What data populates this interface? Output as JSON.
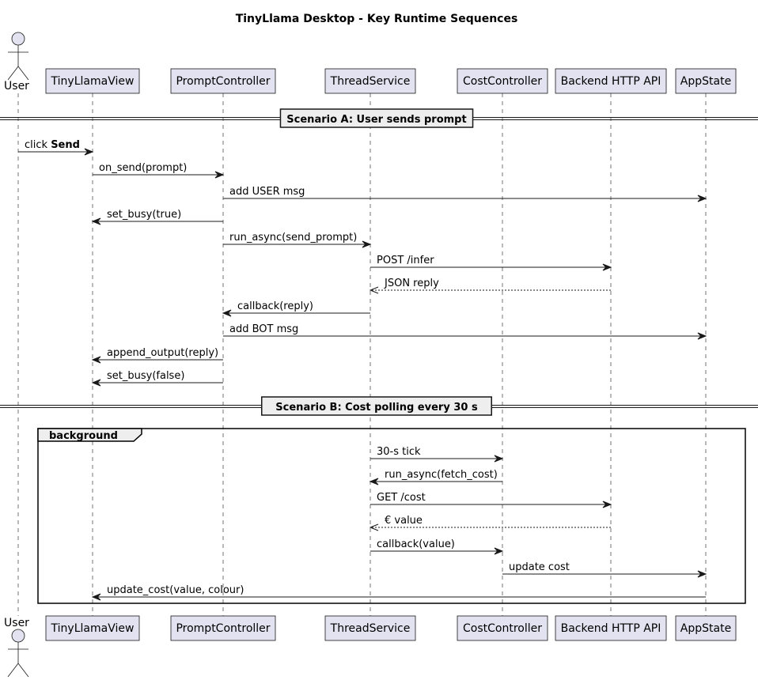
{
  "title": "TinyLlama Desktop - Key Runtime Sequences",
  "participants": [
    {
      "id": "user",
      "label": "User",
      "kind": "actor"
    },
    {
      "id": "view",
      "label": "TinyLlamaView",
      "kind": "box"
    },
    {
      "id": "prompt",
      "label": "PromptController",
      "kind": "box"
    },
    {
      "id": "thread",
      "label": "ThreadService",
      "kind": "box"
    },
    {
      "id": "cost",
      "label": "CostController",
      "kind": "box"
    },
    {
      "id": "api",
      "label": "Backend HTTP API",
      "kind": "box"
    },
    {
      "id": "state",
      "label": "AppState",
      "kind": "box"
    }
  ],
  "scenarios": [
    {
      "header": "Scenario A: User sends prompt",
      "messages": [
        {
          "from": "user",
          "to": "view",
          "text": "click ",
          "bold": "Send",
          "style": "sync"
        },
        {
          "from": "view",
          "to": "prompt",
          "text": "on_send(prompt)",
          "style": "sync"
        },
        {
          "from": "prompt",
          "to": "state",
          "text": "add USER msg",
          "style": "sync"
        },
        {
          "from": "prompt",
          "to": "view",
          "text": "set_busy(true)",
          "style": "sync"
        },
        {
          "from": "prompt",
          "to": "thread",
          "text": "run_async(send_prompt)",
          "style": "sync"
        },
        {
          "from": "thread",
          "to": "api",
          "text": "POST /infer",
          "style": "sync"
        },
        {
          "from": "api",
          "to": "thread",
          "text": "JSON reply",
          "style": "return"
        },
        {
          "from": "thread",
          "to": "prompt",
          "text": "callback(reply)",
          "style": "sync"
        },
        {
          "from": "prompt",
          "to": "state",
          "text": "add BOT msg",
          "style": "sync"
        },
        {
          "from": "prompt",
          "to": "view",
          "text": "append_output(reply)",
          "style": "sync"
        },
        {
          "from": "prompt",
          "to": "view",
          "text": "set_busy(false)",
          "style": "sync"
        }
      ]
    },
    {
      "header": "Scenario B: Cost polling every 30 s",
      "group": "background",
      "messages": [
        {
          "from": "thread",
          "to": "cost",
          "text": "30-s tick",
          "style": "sync"
        },
        {
          "from": "cost",
          "to": "thread",
          "text": "run_async(fetch_cost)",
          "style": "sync"
        },
        {
          "from": "thread",
          "to": "api",
          "text": "GET /cost",
          "style": "sync"
        },
        {
          "from": "api",
          "to": "thread",
          "text": "€ value",
          "style": "return"
        },
        {
          "from": "thread",
          "to": "cost",
          "text": "callback(value)",
          "style": "sync"
        },
        {
          "from": "cost",
          "to": "state",
          "text": "update cost",
          "style": "sync"
        },
        {
          "from": "state",
          "to": "view",
          "text": "update_cost(value, colour)",
          "style": "sync"
        }
      ]
    }
  ]
}
